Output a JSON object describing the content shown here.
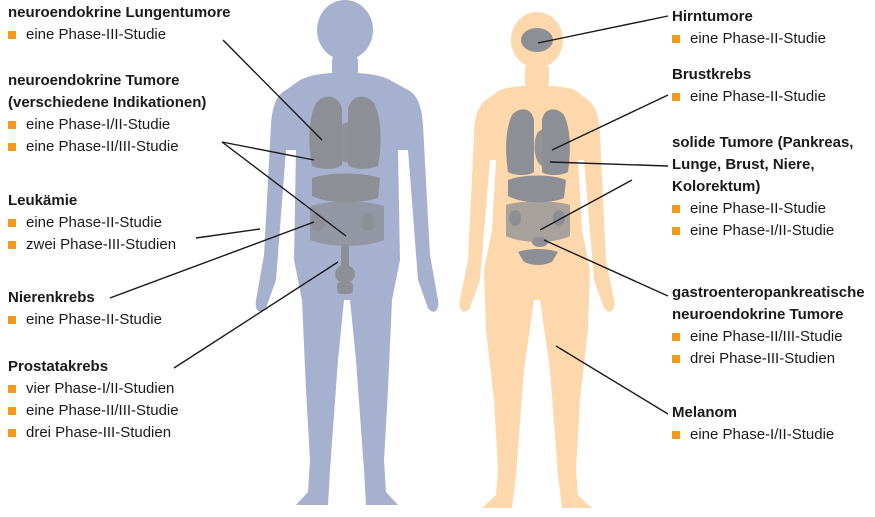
{
  "colors": {
    "male_body": "#a6b1cf",
    "female_body": "#fdd8ad",
    "organ": "#8c8f96",
    "bullet": "#f39a1e",
    "leader_line": "#1a1a1a",
    "text": "#1a1a1a"
  },
  "left": [
    {
      "title": "neuroendokrine Lungentumore",
      "items": [
        "eine Phase-III-Studie"
      ]
    },
    {
      "title": "neuroendokrine Tumore\n(verschiedene Indikationen)",
      "items": [
        "eine Phase-I/II-Studie",
        "eine Phase-II/III-Studie"
      ]
    },
    {
      "title": "Leukämie",
      "items": [
        "eine Phase-II-Studie",
        "zwei Phase-III-Studien"
      ]
    },
    {
      "title": "Nierenkrebs",
      "items": [
        "eine Phase-II-Studie"
      ]
    },
    {
      "title": "Prostatakrebs",
      "items": [
        "vier Phase-I/II-Studien",
        "eine Phase-II/III-Studie",
        "drei Phase-III-Studien"
      ]
    }
  ],
  "right": [
    {
      "title": "Hirntumore",
      "items": [
        "eine Phase-II-Studie"
      ]
    },
    {
      "title": "Brustkrebs",
      "items": [
        "eine Phase-II-Studie"
      ]
    },
    {
      "title": "solide Tumore (Pankreas,\nLunge, Brust, Niere,\nKolorektum)",
      "items": [
        "eine Phase-II-Studie",
        "eine Phase-I/II-Studie"
      ]
    },
    {
      "title": "gastroenteropankreatische\nneuroendokrine Tumore",
      "items": [
        "eine Phase-II/III-Studie",
        "drei Phase-III-Studien"
      ]
    },
    {
      "title": "Melanom",
      "items": [
        "eine Phase-I/II-Studie"
      ]
    }
  ]
}
